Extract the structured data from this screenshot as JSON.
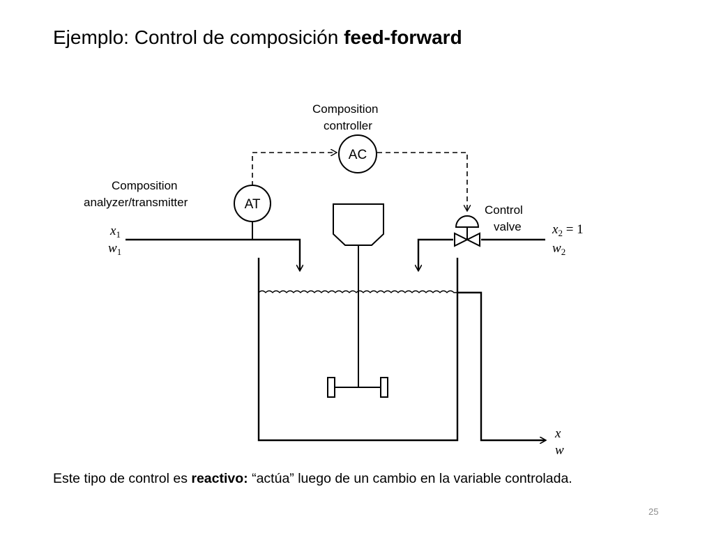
{
  "slide": {
    "title_prefix": "Ejemplo: Control de composición ",
    "title_bold": "feed-forward",
    "caption_prefix": "Este tipo de control es ",
    "caption_bold": "reactivo:",
    "caption_suffix": " “actúa” luego de un cambio en la variable controlada.",
    "page_number": "25"
  },
  "diagram": {
    "controller_label_line1": "Composition",
    "controller_label_line2": "controller",
    "controller_tag": "AC",
    "analyzer_label_line1": "Composition",
    "analyzer_label_line2": "analyzer/transmitter",
    "analyzer_tag": "AT",
    "valve_label_line1": "Control",
    "valve_label_line2": "valve",
    "inlet1": {
      "x_sym": "x",
      "x_sub": "1",
      "w_sym": "w",
      "w_sub": "1"
    },
    "inlet2": {
      "x_sym": "x",
      "x_sub": "2",
      "x_value": " = 1",
      "w_sym": "w",
      "w_sub": "2"
    },
    "outlet": {
      "x_sym": "x",
      "w_sym": "w"
    }
  }
}
